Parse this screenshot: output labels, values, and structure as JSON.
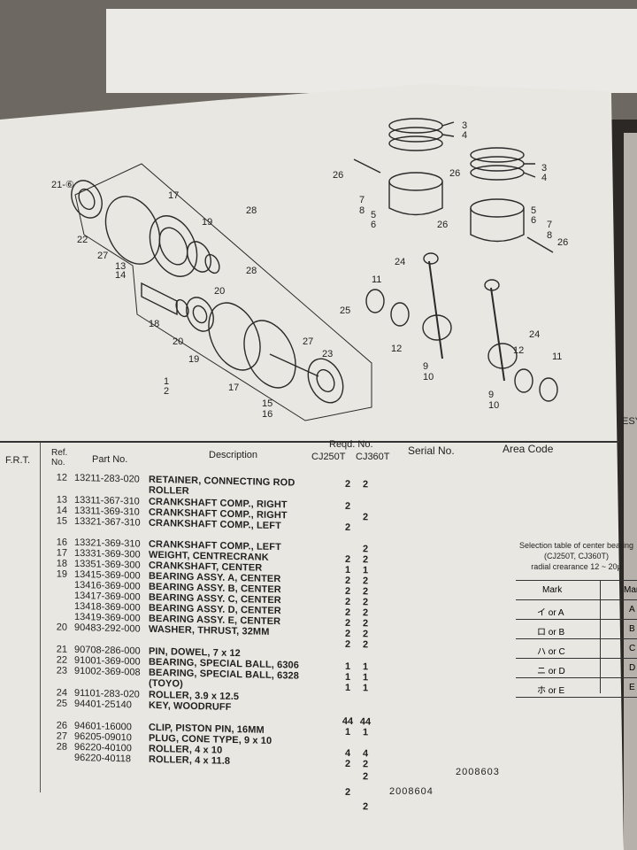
{
  "diagram": {
    "callouts": [
      "21-⑥",
      "17",
      "19",
      "28",
      "22",
      "27",
      "13",
      "14",
      "28",
      "20",
      "18",
      "20",
      "19",
      "1",
      "2",
      "17",
      "27",
      "23",
      "15",
      "16",
      "26",
      "7",
      "8",
      "3",
      "4",
      "5",
      "6",
      "26",
      "26",
      "3",
      "4",
      "5",
      "6",
      "7",
      "8",
      "26",
      "24",
      "11",
      "12",
      "25",
      "9",
      "10",
      "12",
      "24",
      "11",
      "9",
      "10",
      "ESY"
    ]
  },
  "table": {
    "headers": {
      "frt": "F.R.T.",
      "ref": "Ref. No.",
      "part": "Part No.",
      "desc": "Description",
      "reqd": "Reqd. No.",
      "m1": "CJ250T",
      "m2": "CJ360T",
      "serial": "Serial No.",
      "area": "Area Code"
    },
    "rows": [
      {
        "ref": "12",
        "part": "13211-283-020",
        "desc": "RETAINER, CONNECTING ROD",
        "q1": "2",
        "q2": "2"
      },
      {
        "ref": "",
        "part": "",
        "desc": "ROLLER",
        "q1": "",
        "q2": ""
      },
      {
        "ref": "13",
        "part": "13311-367-310",
        "desc": "CRANKSHAFT COMP., RIGHT",
        "q1": "2",
        "q2": ""
      },
      {
        "ref": "14",
        "part": "13311-369-310",
        "desc": "CRANKSHAFT COMP., RIGHT",
        "q1": "",
        "q2": "2"
      },
      {
        "ref": "15",
        "part": "13321-367-310",
        "desc": "CRANKSHAFT COMP., LEFT",
        "q1": "2",
        "q2": ""
      },
      {
        "ref": "16",
        "part": "13321-369-310",
        "desc": "CRANKSHAFT COMP., LEFT",
        "q1": "",
        "q2": "2"
      },
      {
        "ref": "17",
        "part": "13331-369-300",
        "desc": "WEIGHT, CENTRECRANK",
        "q1": "2",
        "q2": "2"
      },
      {
        "ref": "18",
        "part": "13351-369-300",
        "desc": "CRANKSHAFT, CENTER",
        "q1": "1",
        "q2": "1"
      },
      {
        "ref": "19",
        "part": "13415-369-000",
        "desc": "BEARING ASSY. A, CENTER",
        "q1": "2",
        "q2": "2"
      },
      {
        "ref": "",
        "part": "13416-369-000",
        "desc": "BEARING ASSY. B, CENTER",
        "q1": "2",
        "q2": "2"
      },
      {
        "ref": "",
        "part": "13417-369-000",
        "desc": "BEARING ASSY. C, CENTER",
        "q1": "2",
        "q2": "2"
      },
      {
        "ref": "",
        "part": "13418-369-000",
        "desc": "BEARING ASSY. D, CENTER",
        "q1": "2",
        "q2": "2"
      },
      {
        "ref": "",
        "part": "13419-369-000",
        "desc": "BEARING ASSY. E, CENTER",
        "q1": "2",
        "q2": "2"
      },
      {
        "ref": "20",
        "part": "90483-292-000",
        "desc": "WASHER, THRUST, 32MM",
        "q1": "2",
        "q2": "2"
      },
      {
        "ref": "",
        "part": "",
        "desc": "",
        "q1": "2",
        "q2": "2"
      },
      {
        "ref": "21",
        "part": "90708-286-000",
        "desc": "PIN, DOWEL, 7 x 12",
        "q1": "",
        "q2": ""
      },
      {
        "ref": "22",
        "part": "91001-369-000",
        "desc": "BEARING, SPECIAL BALL, 6306",
        "q1": "1",
        "q2": "1"
      },
      {
        "ref": "23",
        "part": "91002-369-008",
        "desc": "BEARING, SPECIAL BALL, 6328",
        "q1": "1",
        "q2": "1"
      },
      {
        "ref": "",
        "part": "",
        "desc": "(TOYO)",
        "q1": "1",
        "q2": "1"
      },
      {
        "ref": "24",
        "part": "91101-283-020",
        "desc": "ROLLER, 3.9 x 12.5",
        "q1": "",
        "q2": ""
      },
      {
        "ref": "25",
        "part": "94401-25140",
        "desc": "KEY, WOODRUFF",
        "q1": "",
        "q2": ""
      },
      {
        "ref": "",
        "part": "",
        "desc": "",
        "q1": "44",
        "q2": "44"
      },
      {
        "ref": "26",
        "part": "94601-16000",
        "desc": "CLIP, PISTON PIN, 16MM",
        "q1": "1",
        "q2": "1"
      },
      {
        "ref": "27",
        "part": "96205-09010",
        "desc": "PLUG, CONE TYPE, 9 x 10",
        "q1": "",
        "q2": ""
      },
      {
        "ref": "28",
        "part": "96220-40100",
        "desc": "ROLLER, 4 x 10",
        "q1": "4",
        "q2": "4"
      },
      {
        "ref": "",
        "part": "96220-40118",
        "desc": "ROLLER, 4 x 11.8",
        "q1": "2",
        "q2": "2"
      },
      {
        "ref": "",
        "part": "",
        "desc": "",
        "q1": "",
        "q2": "2"
      },
      {
        "ref": "",
        "part": "",
        "desc": "",
        "q1": "2",
        "q2": ""
      },
      {
        "ref": "",
        "part": "",
        "desc": "",
        "q1": "",
        "q2": "2"
      }
    ],
    "serials": [
      "2008603",
      "2008604"
    ]
  },
  "selection": {
    "title1": "Selection table of center bearing",
    "title2": "(CJ250T, CJ360T)",
    "title3": "radial crearance 12 ~ 20μ",
    "header": "Mark",
    "header2": "Mark",
    "rows": [
      {
        "mark": "イ or A",
        "m2": "A"
      },
      {
        "mark": "ロ or B",
        "m2": "B"
      },
      {
        "mark": "ハ or C",
        "m2": "C"
      },
      {
        "mark": "ニ or D",
        "m2": "D"
      },
      {
        "mark": "ホ or E",
        "m2": "E"
      }
    ]
  }
}
